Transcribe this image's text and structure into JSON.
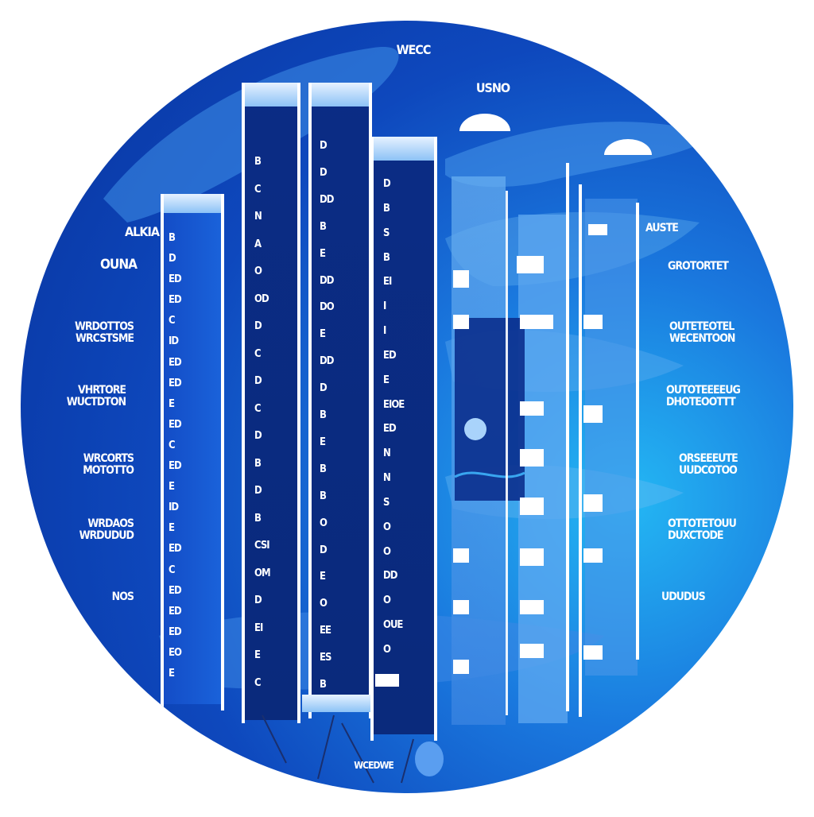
{
  "title": "WECC",
  "subtitle": "USNO",
  "left_labels": [
    "ALKIA",
    "OUNA",
    "WRDOTTOS\nWRCSTSME",
    "VHRTORE\nWUCTDTON",
    "WRCORTS\nMOTOTTO",
    "WRDAOS\nWRDUDUD",
    "NOS"
  ],
  "right_labels": [
    "AUSTE",
    "GROTORTET",
    "OUTETEOTEL\nWECENTOON",
    "OUTOTEEEEUG\nDHOTEOOTTT",
    "ORSEEEUTE\nUUDCOTOO",
    "OTTOTETOUU\nDUXCTODE",
    "UDUDUS"
  ],
  "bottom_label": "WCEDWE",
  "columns": [
    {
      "id": "col-1",
      "marks": [
        "B",
        "D",
        "ED",
        "ED",
        "C",
        "ID",
        "ED",
        "ED",
        "E",
        "ED",
        "C",
        "ED",
        "E",
        "ID",
        "E",
        "ED",
        "C",
        "ED",
        "ED",
        "ED",
        "EO",
        "E"
      ]
    },
    {
      "id": "col-2",
      "marks": [
        "B",
        "C",
        "N",
        "A",
        "O",
        "OD",
        "D",
        "C",
        "D",
        "C",
        "D",
        "B",
        "D",
        "B",
        "CSI",
        "OM",
        "D",
        "EI",
        "E",
        "C"
      ]
    },
    {
      "id": "col-3",
      "marks": [
        "D",
        "D",
        "DD",
        "B",
        "E",
        "DD",
        "DO",
        "E",
        "DD",
        "D",
        "B",
        "E",
        "B",
        "B",
        "O",
        "D",
        "E",
        "O",
        "EE",
        "ES",
        "B"
      ]
    },
    {
      "id": "col-4",
      "marks": [
        "D",
        "B",
        "S",
        "B",
        "EI",
        "I",
        "I",
        "ED",
        "E",
        "EIOE",
        "ED",
        "N",
        "N",
        "S",
        "O",
        "O",
        "DD",
        "O",
        "OUE",
        "O"
      ]
    }
  ],
  "colors": {
    "disc_outer": "#0b3fb0",
    "disc_light": "#1fb2f2",
    "column_dark": "#0a2f8f",
    "column_mid": "#1247c8",
    "panel_light": "#5aa8f0",
    "text": "#ffffff"
  }
}
